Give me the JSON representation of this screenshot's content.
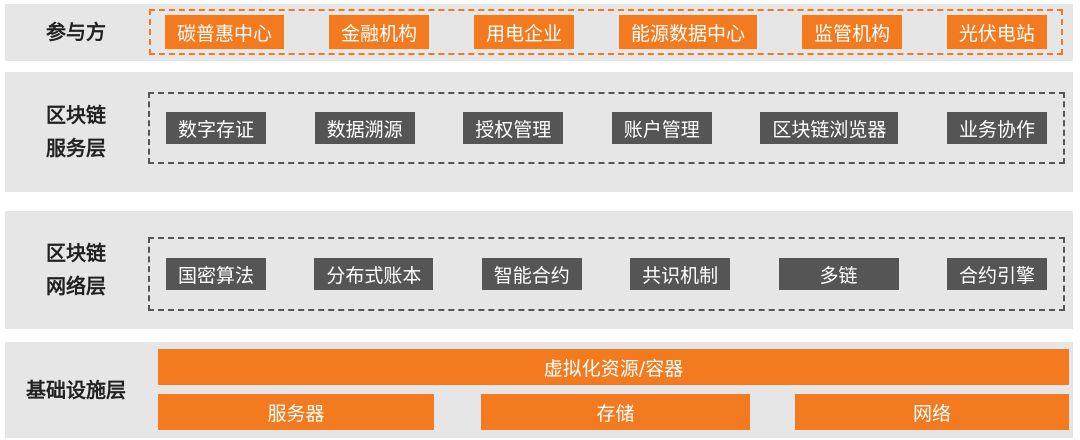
{
  "layers": {
    "participants": {
      "label": "参与方",
      "items": [
        "碳普惠中心",
        "金融机构",
        "用电企业",
        "能源数据中心",
        "监管机构",
        "光伏电站"
      ]
    },
    "service": {
      "label": "区块链\n服务层",
      "items": [
        "数字存证",
        "数据溯源",
        "授权管理",
        "账户管理",
        "区块链浏览器",
        "业务协作"
      ]
    },
    "network": {
      "label": "区块链\n网络层",
      "items": [
        "国密算法",
        "分布式账本",
        "智能合约",
        "共识机制",
        "多链",
        "合约引擎"
      ]
    },
    "infrastructure": {
      "label": "基础设施层",
      "top_bar": "虚拟化资源/容器",
      "bottom_bars": [
        "服务器",
        "存储",
        "网络"
      ]
    }
  },
  "colors": {
    "accent_orange": "#f47a1f",
    "chip_gray": "#555555",
    "layer_bg": "#e6e6e6"
  }
}
